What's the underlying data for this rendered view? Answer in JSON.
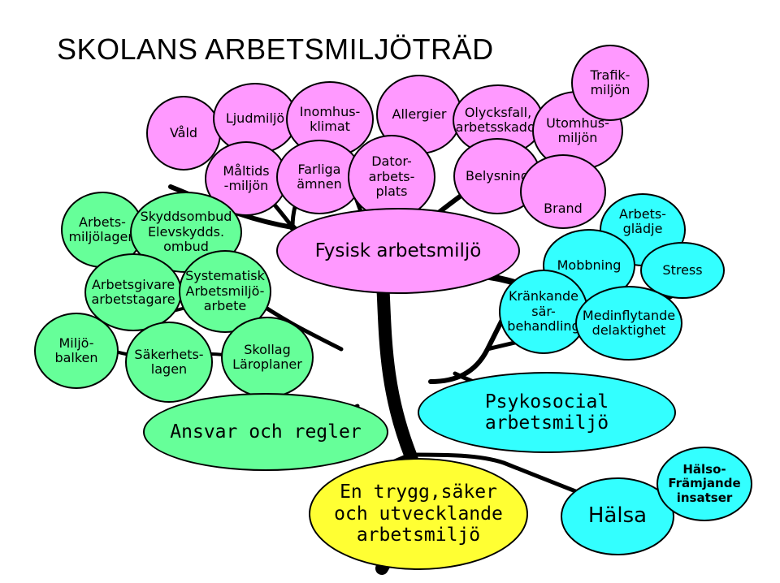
{
  "title": "SKOLANS ARBETSMILJÖTRÄD",
  "colors": {
    "pink": "#ff99ff",
    "green": "#66ff99",
    "cyan": "#33ffff",
    "yellow": "#ffff33"
  },
  "nodes": {
    "vald": "Våld",
    "ljudmiljo": "Ljudmiljö",
    "inomhusklimat": "Inomhus-\nklimat",
    "allergier": "Allergier",
    "olycksfall": "Olycksfall,\narbetsskador",
    "utomhusmiljon": "Utomhus-\nmiljön",
    "trafikmiljon": "Trafik-\nmiljön",
    "maltidsmiljon": "Måltids\n-miljön",
    "farliga_amnen": "Farliga\nämnen",
    "datorarbetsplats": "Dator-\narbets-\nplats",
    "belysning": "Belysning",
    "brand": "Brand",
    "fysisk_arbetsmiljo": "Fysisk arbetsmiljö",
    "arbetsmiljolagen": "Arbets-\nmiljölagen",
    "skyddsombud": "Skyddsombud\nElevskydds.\nombud",
    "arbetsgivare": "Arbetsgivare\narbetstagare",
    "systematisk": "Systematisk\nArbetsmiljö-\narbete",
    "miljobalken": "Miljö-\nbalken",
    "sakerhetslagen": "Säkerhets-\nlagen",
    "skollag": "Skollag\nLäroplaner",
    "ansvar_och_regler": "Ansvar och regler",
    "en_trygg": "En trygg,säker\noch utvecklande\narbetsmiljö",
    "arbetsgladje": "Arbets-\nglädje",
    "mobbning": "Mobbning",
    "stress": "Stress",
    "krankande": "Kränkande\nsär-\nbehandling",
    "medinflytande": "Medinflytande\ndelaktighet",
    "psykosocial": "Psykosocial\narbetsmiljö",
    "halsa": "Hälsa",
    "halsofrämjande": "Hälso-\nFrämjande\ninsatser"
  }
}
